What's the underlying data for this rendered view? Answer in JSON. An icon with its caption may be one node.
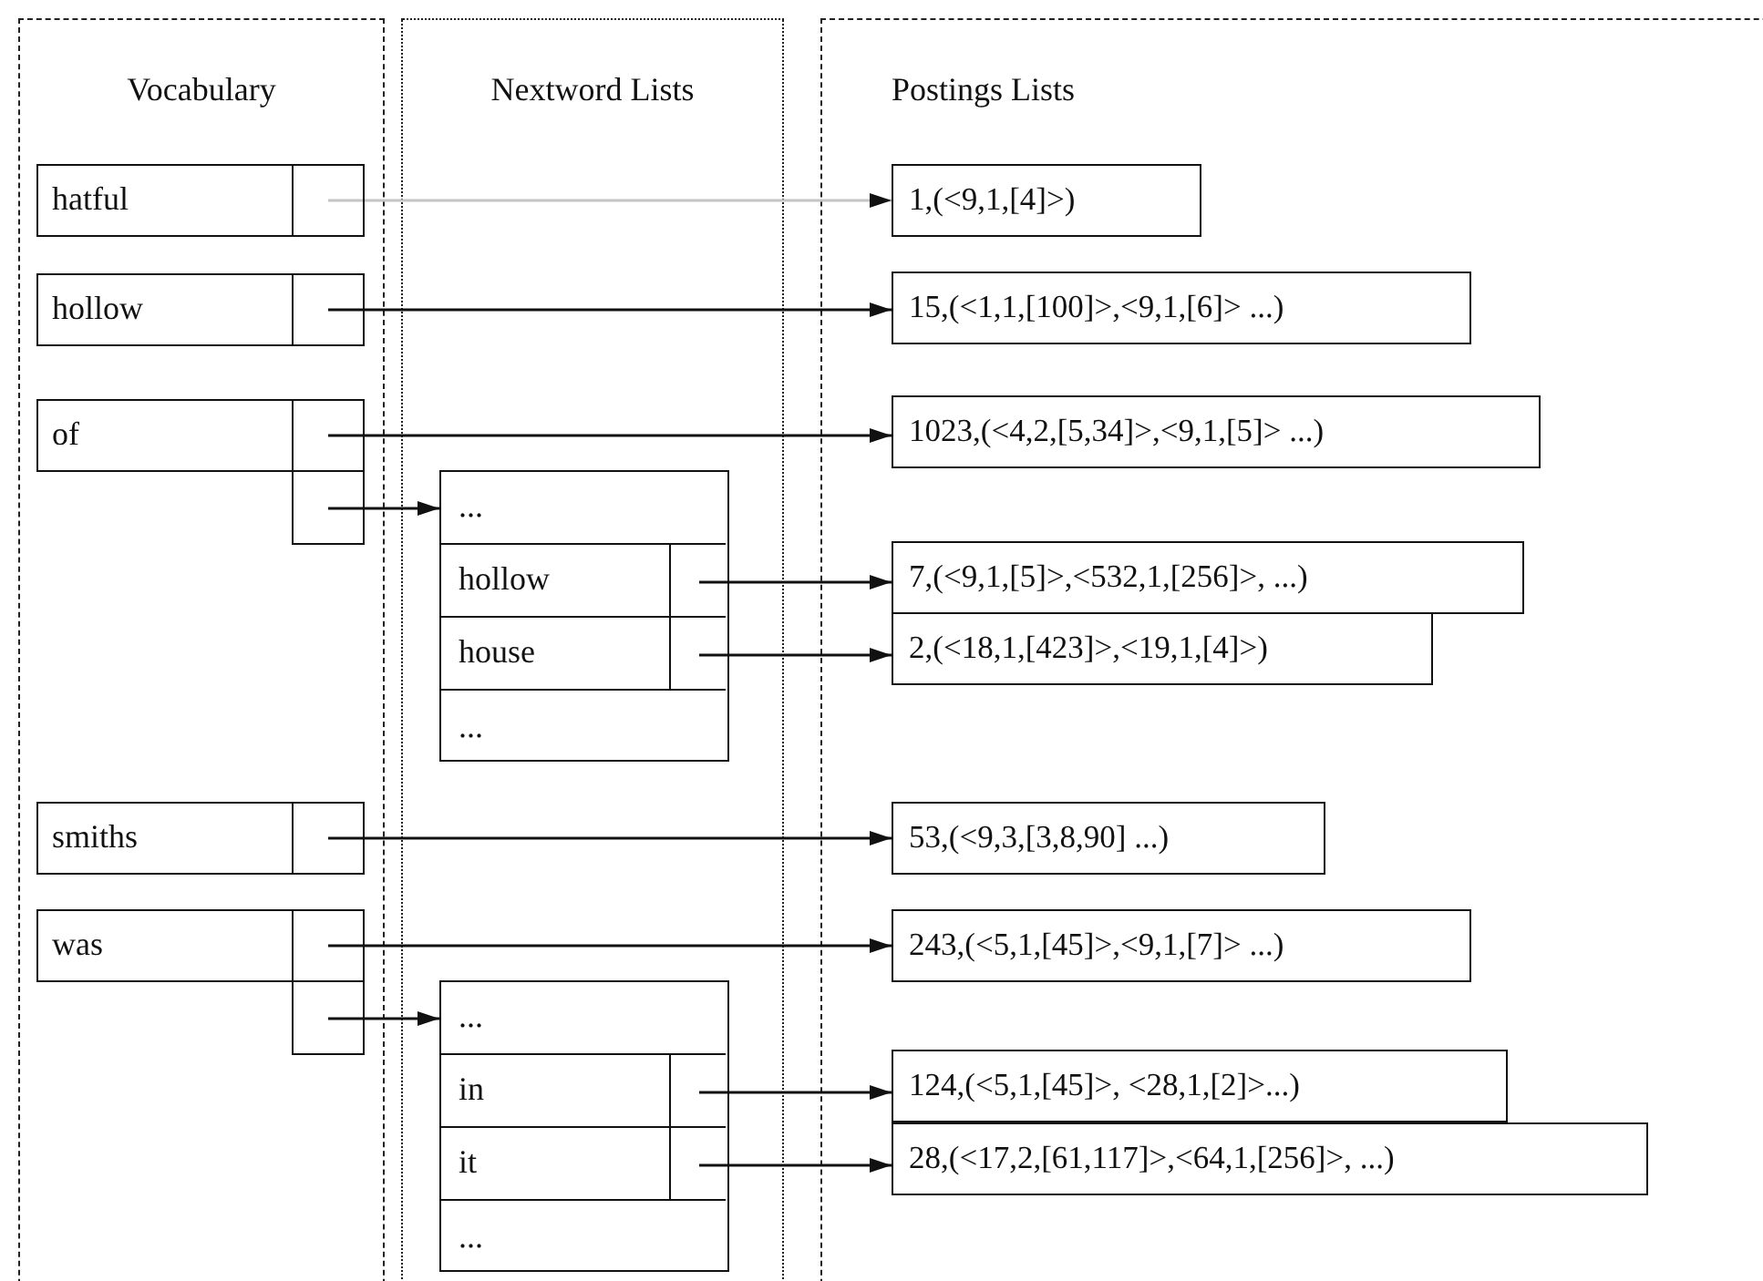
{
  "diagram": {
    "nodes": [
      {
        "text": [
          "Vocabulary"
        ]
      },
      {
        "text": [
          "hatful"
        ],
        "in": 0
      },
      {
        "text": [
          "hollow"
        ],
        "in": 0
      },
      {
        "text": [
          "of"
        ],
        "in": 0
      },
      {
        "text": [
          "smiths"
        ],
        "in": 0
      },
      {
        "text": [
          "was"
        ],
        "in": 0
      },
      {
        "text": [
          "Nextword Lists"
        ]
      },
      {
        "text": [],
        "shape": "box",
        "in": 6
      },
      {
        "text": [
          "..."
        ],
        "in": 7
      },
      {
        "text": [
          "hollow"
        ],
        "in": 7
      },
      {
        "text": [
          "house"
        ],
        "in": 7
      },
      {
        "text": [
          "..."
        ],
        "in": 7
      },
      {
        "text": [],
        "shape": "box",
        "in": 6
      },
      {
        "text": [
          "..."
        ],
        "in": 12
      },
      {
        "text": [
          "in"
        ],
        "in": 12
      },
      {
        "text": [
          "it"
        ],
        "in": 12
      },
      {
        "text": [
          "..."
        ],
        "in": 12
      },
      {
        "text": [
          "Postings Lists"
        ]
      },
      {
        "text": [
          "1,(<9,1,[4]>)"
        ],
        "in": 17
      },
      {
        "text": [
          "15,(<1,1,[100]>,<9,1,[6]> ...)"
        ],
        "in": 17
      },
      {
        "text": [
          "1023,(<4,2,[5,34]>,<9,1,[5]> ...)"
        ],
        "in": 17
      },
      {
        "text": [
          "7,(<9,1,[5]>,<532,1,[256]>, ...)"
        ],
        "in": 17
      },
      {
        "text": [
          "2,(<18,1,[423]>,<19,1,[4]>)"
        ],
        "in": 17
      },
      {
        "text": [
          "53,(<9,3,[3,8,90] ...)"
        ],
        "in": 17
      },
      {
        "text": [
          "243,(<5,1,[45]>,<9,1,[7]> ...)"
        ],
        "in": 17
      },
      {
        "text": [
          "124,(<5,1,[45]>, <28,1,[2]>...)"
        ],
        "in": 17
      },
      {
        "text": [
          "28,(<17,2,[61,117]>,<64,1,[256]>, ...)"
        ],
        "in": 17
      }
    ],
    "edges": [
      {
        "from": 1,
        "to": 18,
        "arrow": "to",
        "color": "#c4c4c4"
      },
      {
        "from": 2,
        "to": 19,
        "arrow": "to"
      },
      {
        "from": 3,
        "to": 20,
        "arrow": "to"
      },
      {
        "from": 3,
        "to": 7,
        "arrow": "to"
      },
      {
        "from": 9,
        "to": 21,
        "arrow": "to"
      },
      {
        "from": 10,
        "to": 22,
        "arrow": "to"
      },
      {
        "from": 4,
        "to": 23,
        "arrow": "to"
      },
      {
        "from": 5,
        "to": 24,
        "arrow": "to"
      },
      {
        "from": 5,
        "to": 12,
        "arrow": "to"
      },
      {
        "from": 14,
        "to": 25,
        "arrow": "to"
      },
      {
        "from": 15,
        "to": 26,
        "arrow": "to"
      }
    ]
  }
}
